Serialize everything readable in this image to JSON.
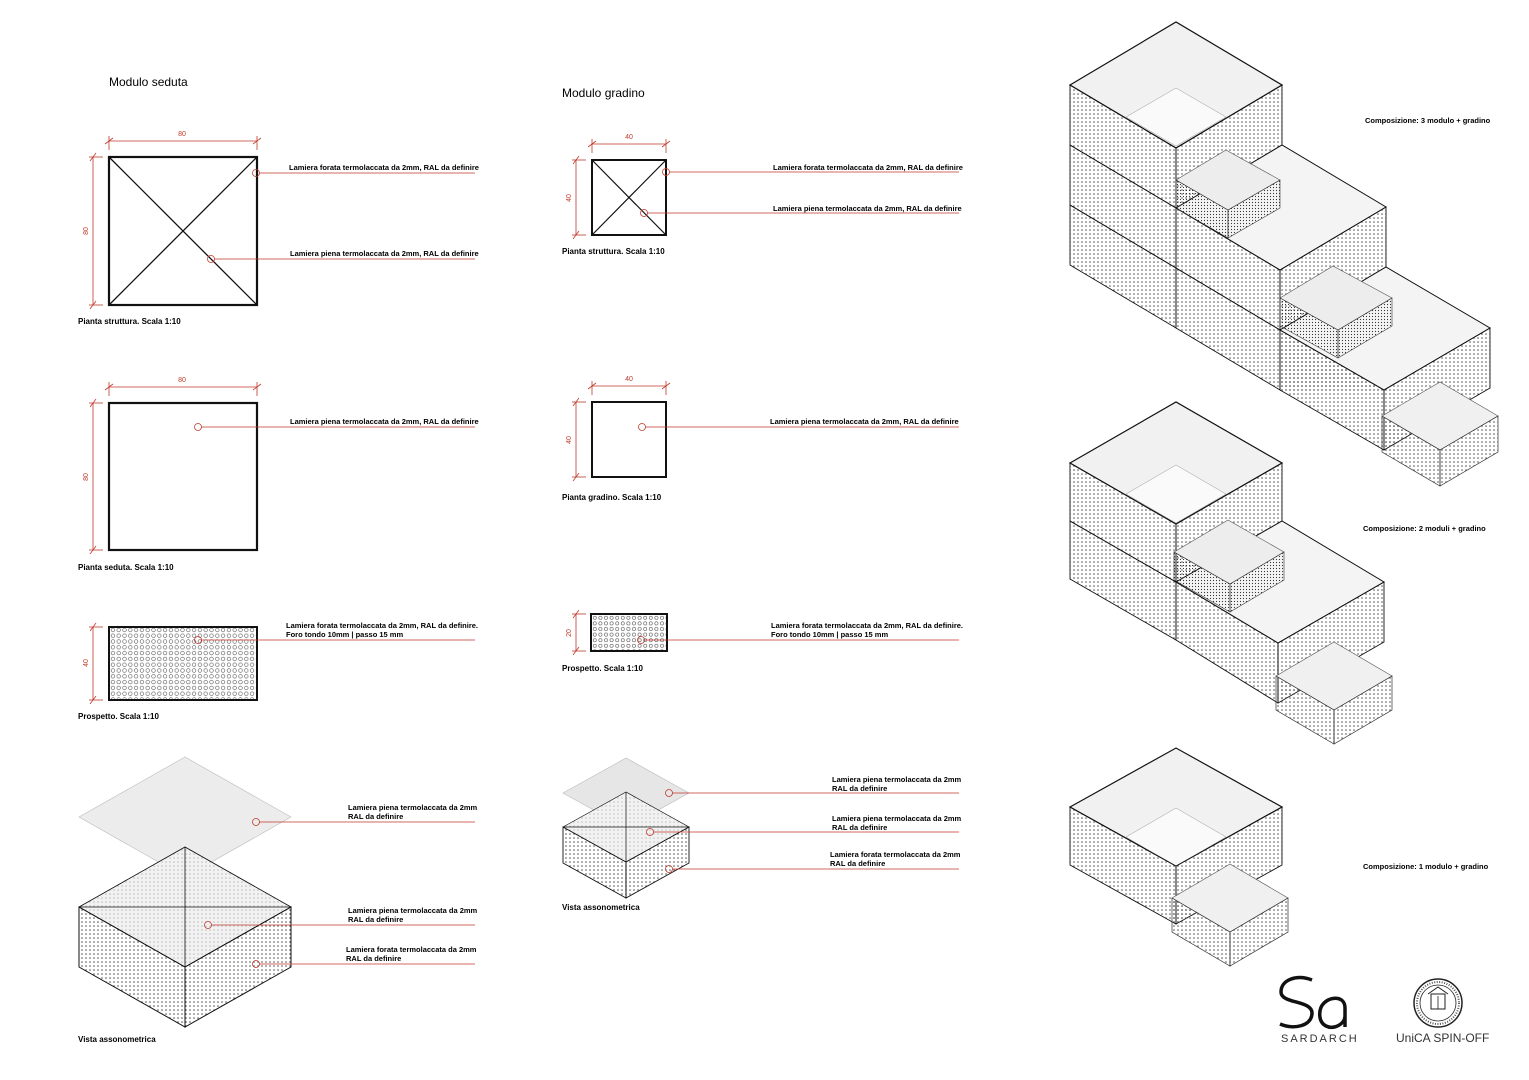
{
  "sections": {
    "seduta_title": "Modulo seduta",
    "gradino_title": "Modulo gradino"
  },
  "captions": {
    "seduta_pianta_struttura": "Pianta struttura. Scala 1:10",
    "seduta_pianta_seduta": "Pianta seduta. Scala 1:10",
    "seduta_prospetto": "Prospetto. Scala 1:10",
    "seduta_vista": "Vista assonometrica",
    "gradino_pianta_struttura": "Pianta struttura. Scala 1:10",
    "gradino_pianta_gradino": "Pianta gradino. Scala 1:10",
    "gradino_prospetto": "Prospetto. Scala 1:10",
    "gradino_vista": "Vista assonometrica"
  },
  "dims": {
    "seduta_w1": "80",
    "seduta_h1": "80",
    "seduta_w2": "80",
    "seduta_h2": "80",
    "seduta_h3": "40",
    "gradino_w1": "40",
    "gradino_h1": "40",
    "gradino_w2": "40",
    "gradino_h2": "40",
    "gradino_h3": "20"
  },
  "notes": {
    "forata_plain": "Lamiera forata termolaccata da 2mm, RAL da definire",
    "piena_plain": "Lamiera piena termolaccata da 2mm, RAL da definire",
    "forata_prosp_1": "Lamiera forata termolaccata da 2mm, RAL da definire.",
    "forata_prosp_2": "Foro tondo 10mm | passo 15 mm",
    "piena_2mm": "Lamiera piena termolaccata da 2mm",
    "forata_2mm": "Lamiera forata termolaccata da 2mm",
    "ral": "RAL da definire"
  },
  "compositions": {
    "c3": "Composizione: 3 modulo + gradino",
    "c2": "Composizione: 2 moduli + gradino",
    "c1": "Composizione: 1 modulo + gradino"
  },
  "logos": {
    "sardarch": "SARDARCH",
    "unica": "UniCA SPIN-OFF"
  },
  "colors": {
    "accent": "#c0392b",
    "ink": "#111111",
    "panel": "#ececec"
  }
}
